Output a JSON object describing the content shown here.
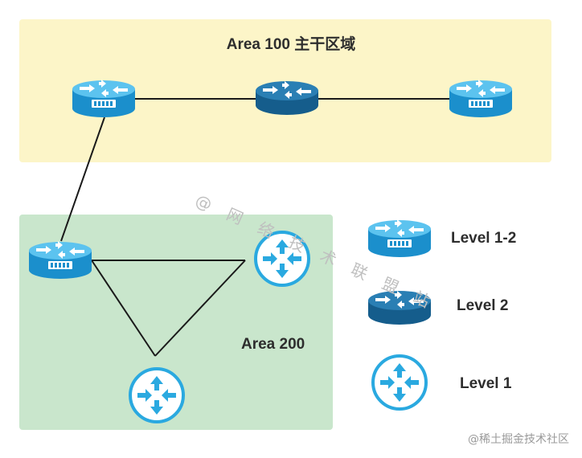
{
  "area100": {
    "title": "Area 100 主干区域"
  },
  "area200": {
    "title": "Area 200"
  },
  "legend": {
    "level12": "Level 1-2",
    "level2": "Level 2",
    "level1": "Level 1"
  },
  "watermark": "@ 网 络 技 术 联 盟 站",
  "footer": "@稀土掘金技术社区",
  "colors": {
    "area100_fill": "#fcf5c8",
    "area200_fill": "#c9e6cc",
    "router_l12": "#29a3dc",
    "router_l2": "#1c6fa3",
    "router_l1": "#2aa9e0",
    "link": "#1a1a1a"
  },
  "icons": [
    "router-level12-icon",
    "router-level2-icon",
    "router-level1-icon"
  ]
}
